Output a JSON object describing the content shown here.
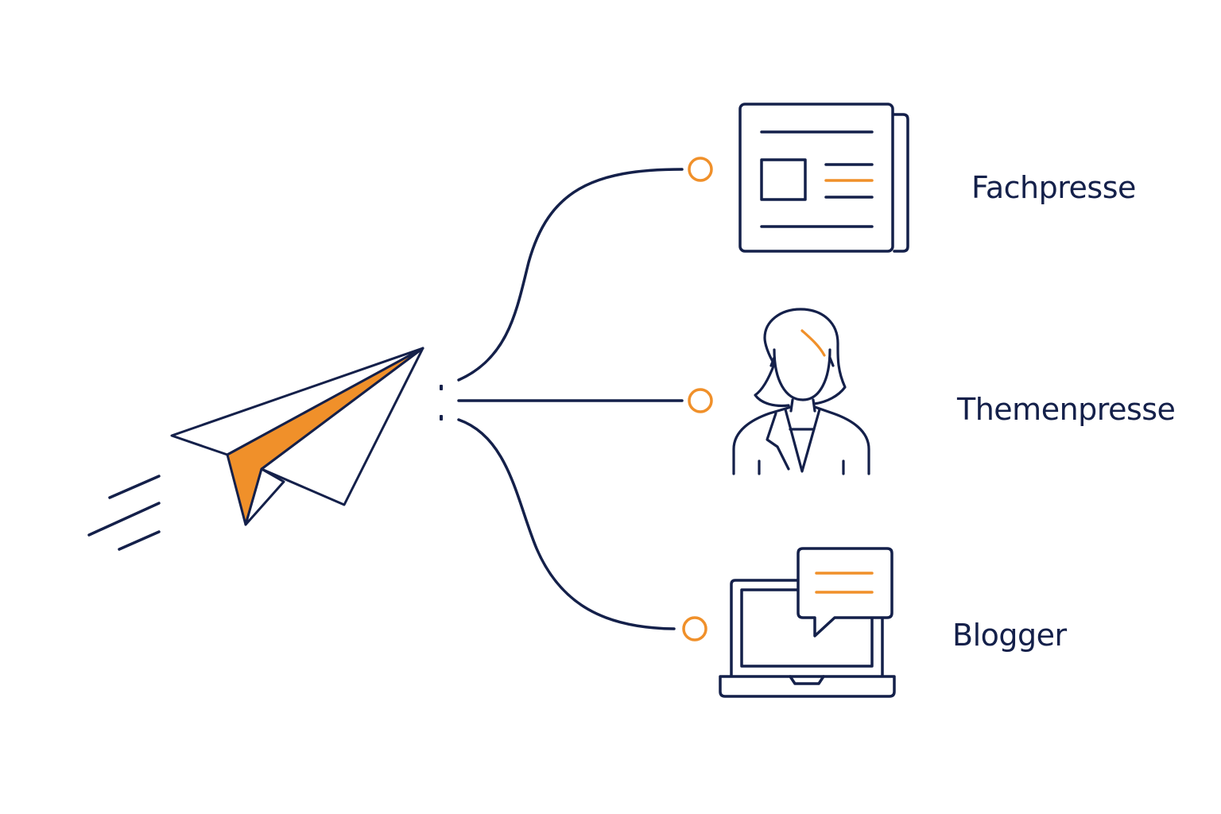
{
  "colors": {
    "navy": "#14204a",
    "orange": "#f0902a",
    "background": "#ffffff"
  },
  "source": {
    "icon": "paper-plane-icon"
  },
  "targets": [
    {
      "label": "Fachpresse",
      "icon": "newspaper-icon"
    },
    {
      "label": "Themenpresse",
      "icon": "journalist-icon"
    },
    {
      "label": "Blogger",
      "icon": "laptop-chat-icon"
    }
  ]
}
